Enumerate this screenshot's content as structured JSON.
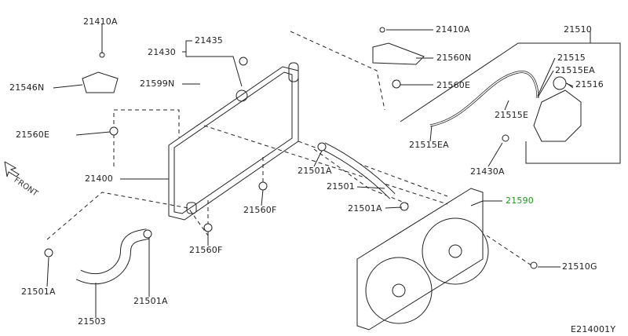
{
  "diagram": {
    "labels": {
      "p21410A_left": "21410A",
      "p21546N": "21546N",
      "p21560E_left": "21560E",
      "p21435": "21435",
      "p21430": "21430",
      "p21599N": "21599N",
      "p21400": "21400",
      "p21410A_right": "21410A",
      "p21560N": "21560N",
      "p21560E_right": "21560E",
      "p21510": "21510",
      "p21515": "21515",
      "p21515EA_top": "21515EA",
      "p21516": "21516",
      "p21515E": "21515E",
      "p21515EA_low": "21515EA",
      "p21430A": "21430A",
      "p21501A_upper": "21501A",
      "p21501": "21501",
      "p21590": "21590",
      "p21560F_right": "21560F",
      "p21501A_mid": "21501A",
      "p21560F_left": "21560F",
      "p21510G": "21510G",
      "p21501A_lowleft": "21501A",
      "p21501A_lowmid": "21501A",
      "p21503": "21503"
    },
    "front_label": "FRONT",
    "figure_code": "E214001Y",
    "colors": {
      "line": "#222222",
      "highlight": "#1e9a1e"
    }
  }
}
